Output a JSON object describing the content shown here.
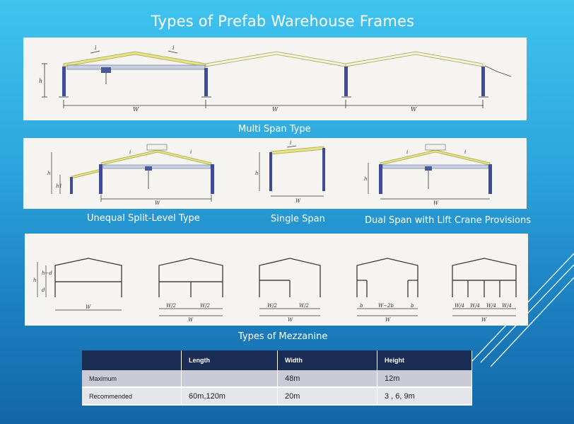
{
  "title": "Types of Prefab Warehouse Frames",
  "captions": {
    "multi_span": "Multi Span Type",
    "unequal": "Unequal Split-Level Type",
    "single": "Single Span",
    "dual": "Dual Span with Lift Crane Provisions",
    "mezzanine": "Types of Mezzanine"
  },
  "labels": {
    "h": "h",
    "w": "W",
    "i": "i",
    "h1": "h1",
    "hd": "h−d",
    "d": "d",
    "b": "b",
    "w2": "W/2",
    "w4": "W/4",
    "w2b": "W−2b"
  },
  "table": {
    "headers": [
      "",
      "Length",
      "Width",
      "Height"
    ],
    "rows": [
      [
        "Maximum",
        "",
        "48m",
        "12m"
      ],
      [
        "Recommended",
        "60m,120m",
        "20m",
        "3 , 6, 9m"
      ]
    ]
  },
  "colors": {
    "rafter": "#e6e48a",
    "column": "#3e4c9a",
    "crane": "#c7cfe0",
    "table_header": "#1b2d55"
  }
}
